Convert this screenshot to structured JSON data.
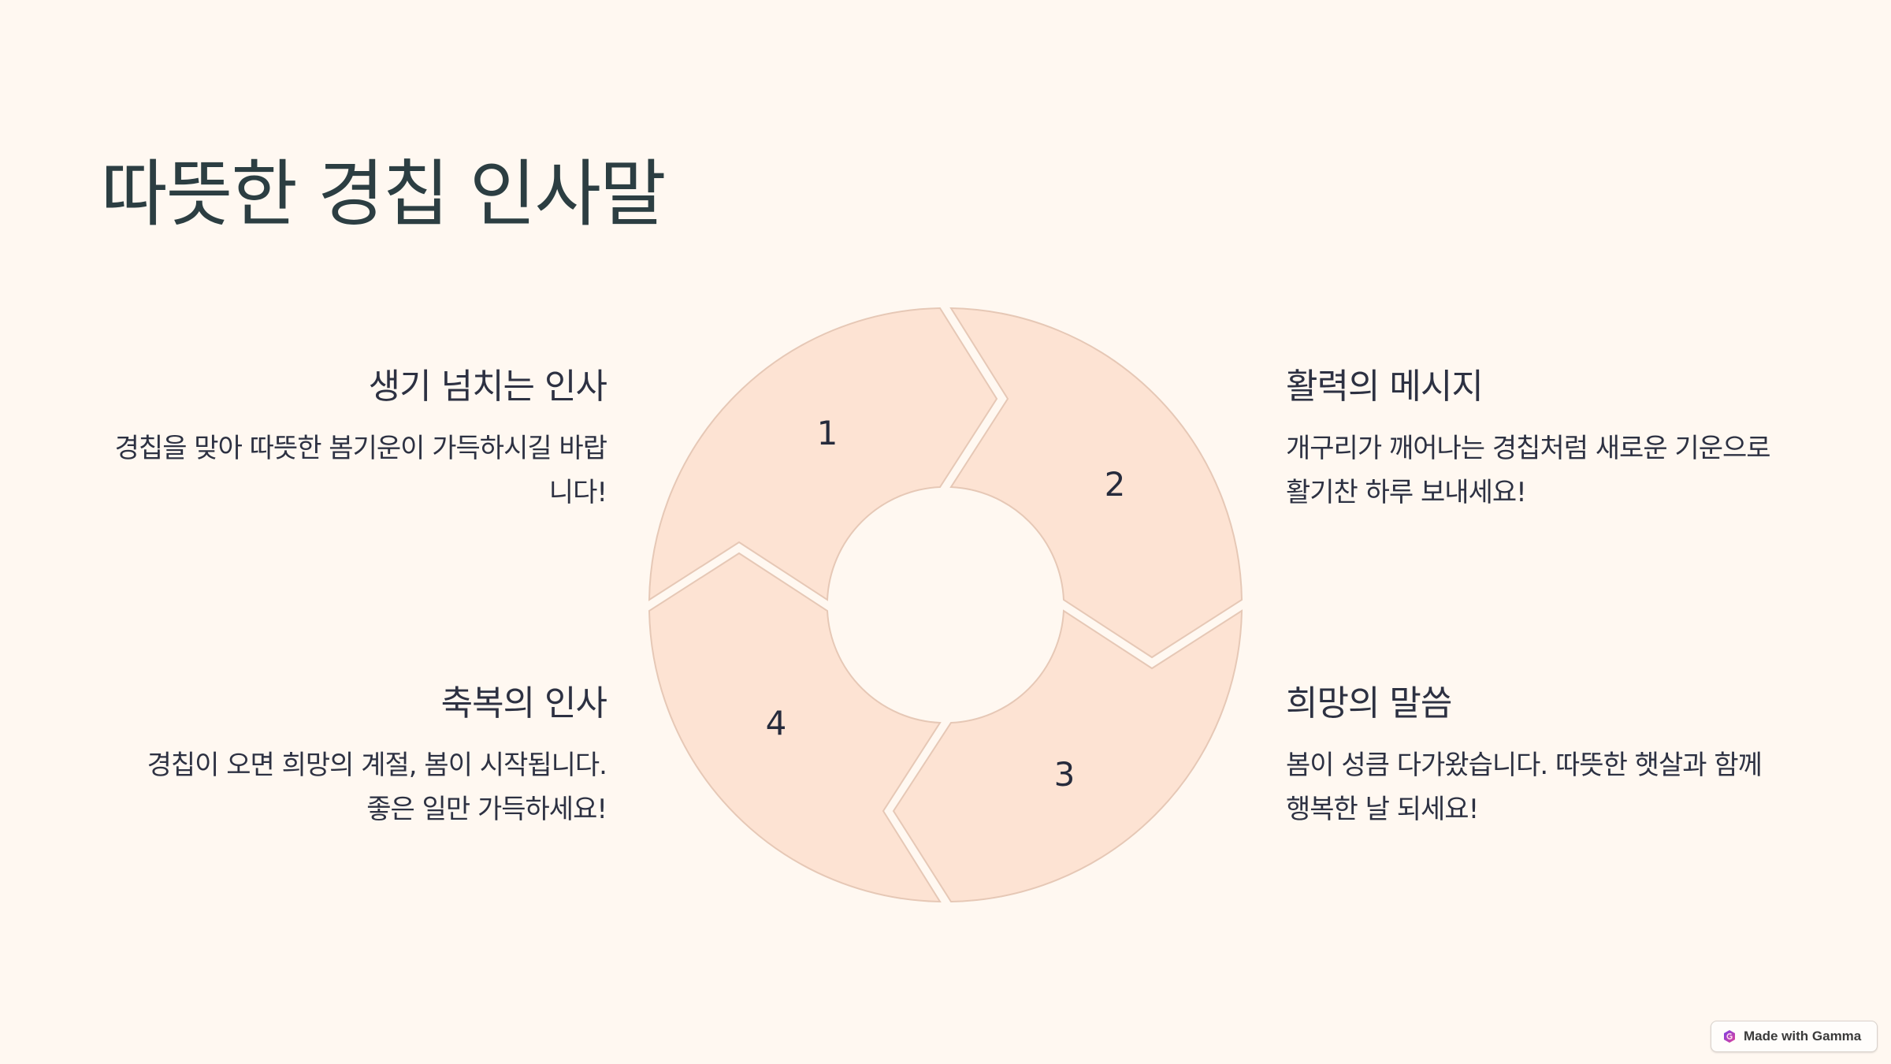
{
  "slide": {
    "title": "따뜻한 경칩 인사말",
    "background_color": "#fff8f1"
  },
  "items": [
    {
      "number": "1",
      "heading": "생기 넘치는 인사",
      "body": "경칩을 맞아 따뜻한 봄기운이 가득하시길 바랍니다!"
    },
    {
      "number": "2",
      "heading": "활력의 메시지",
      "body": "개구리가 깨어나는 경칩처럼 새로운 기운으로 활기찬 하루 보내세요!"
    },
    {
      "number": "3",
      "heading": "희망의 말씀",
      "body": "봄이 성큼 다가왔습니다. 따뜻한 햇살과 함께 행복한 날 되세요!"
    },
    {
      "number": "4",
      "heading": "축복의 인사",
      "body": "경칩이 오면 희망의 계절, 봄이 시작됩니다. 좋은 일만 가득하세요!"
    }
  ],
  "diagram": {
    "type": "cycle",
    "segment_fill": "#fde3d3",
    "segment_stroke": "#e6c8b6",
    "number_color": "#262b3c"
  },
  "badge": {
    "label": "Made with Gamma",
    "icon": "gamma-logo-icon"
  }
}
